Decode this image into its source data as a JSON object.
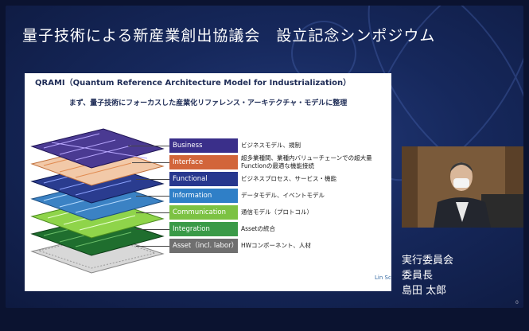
{
  "event": {
    "title": "量子技術による新産業創出協議会　設立記念シンポジウム"
  },
  "slide": {
    "header": "QRAMI（Quantum Reference Architecture Model for Industrialization）",
    "subtitle": "まず、量子技術にフォーカスした産業化リファレンス・アーキテクチャ・モデルに整理",
    "layers": [
      {
        "label": "Business",
        "color": "#3a2f8a",
        "desc": [
          "ビジネスモデル、規制"
        ]
      },
      {
        "label": "Interface",
        "color": "#d2653a",
        "desc": [
          "超多業種間、業種内バリューチェーンでの超大量",
          "Functionの最適な機能接続"
        ]
      },
      {
        "label": "Functional",
        "color": "#27378e",
        "desc": [
          "ビジネスプロセス、サービス・機能"
        ]
      },
      {
        "label": "Information",
        "color": "#2f7fc7",
        "desc": [
          "データモデル、イベントモデル"
        ]
      },
      {
        "label": "Communication",
        "color": "#7cc243",
        "desc": [
          "通信モデル（プロトコル）"
        ]
      },
      {
        "label": "Integration",
        "color": "#3a9a47",
        "desc": [
          "Assetの統合"
        ]
      },
      {
        "label": "Asset（incl. labor）",
        "color": "#6f6f6f",
        "desc": [
          "HWコンポーネント、人材"
        ]
      }
    ],
    "logo_text": "Lin Sc"
  },
  "speaker": {
    "lines": [
      "実行委員会",
      "委員長",
      "島田 太郎"
    ]
  },
  "page_number": "0"
}
